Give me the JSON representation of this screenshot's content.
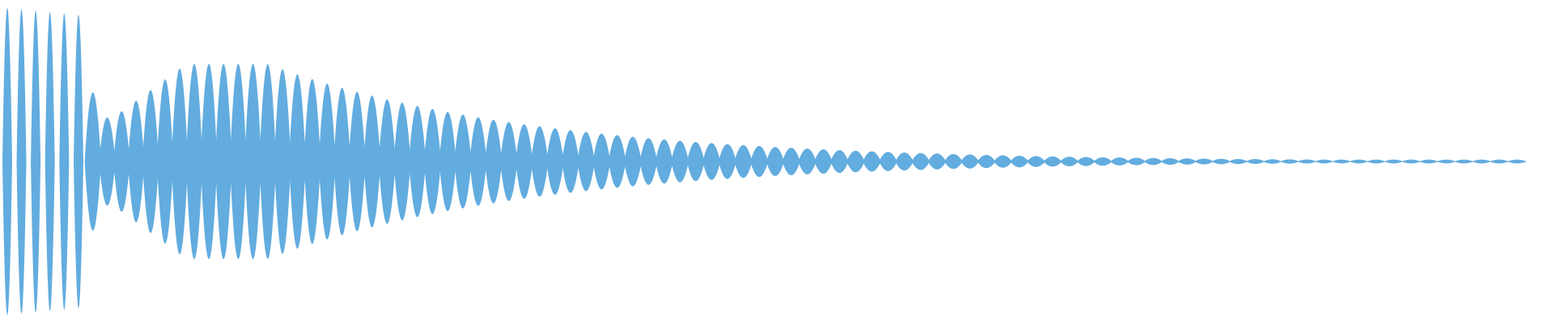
{
  "waveform": {
    "color": "#62acdf",
    "background": "#ffffff",
    "shape": "decaying-beat-oscillation",
    "lobes": 84,
    "peak_amplitude": 1.0,
    "decay": "exponential-with-beats"
  }
}
